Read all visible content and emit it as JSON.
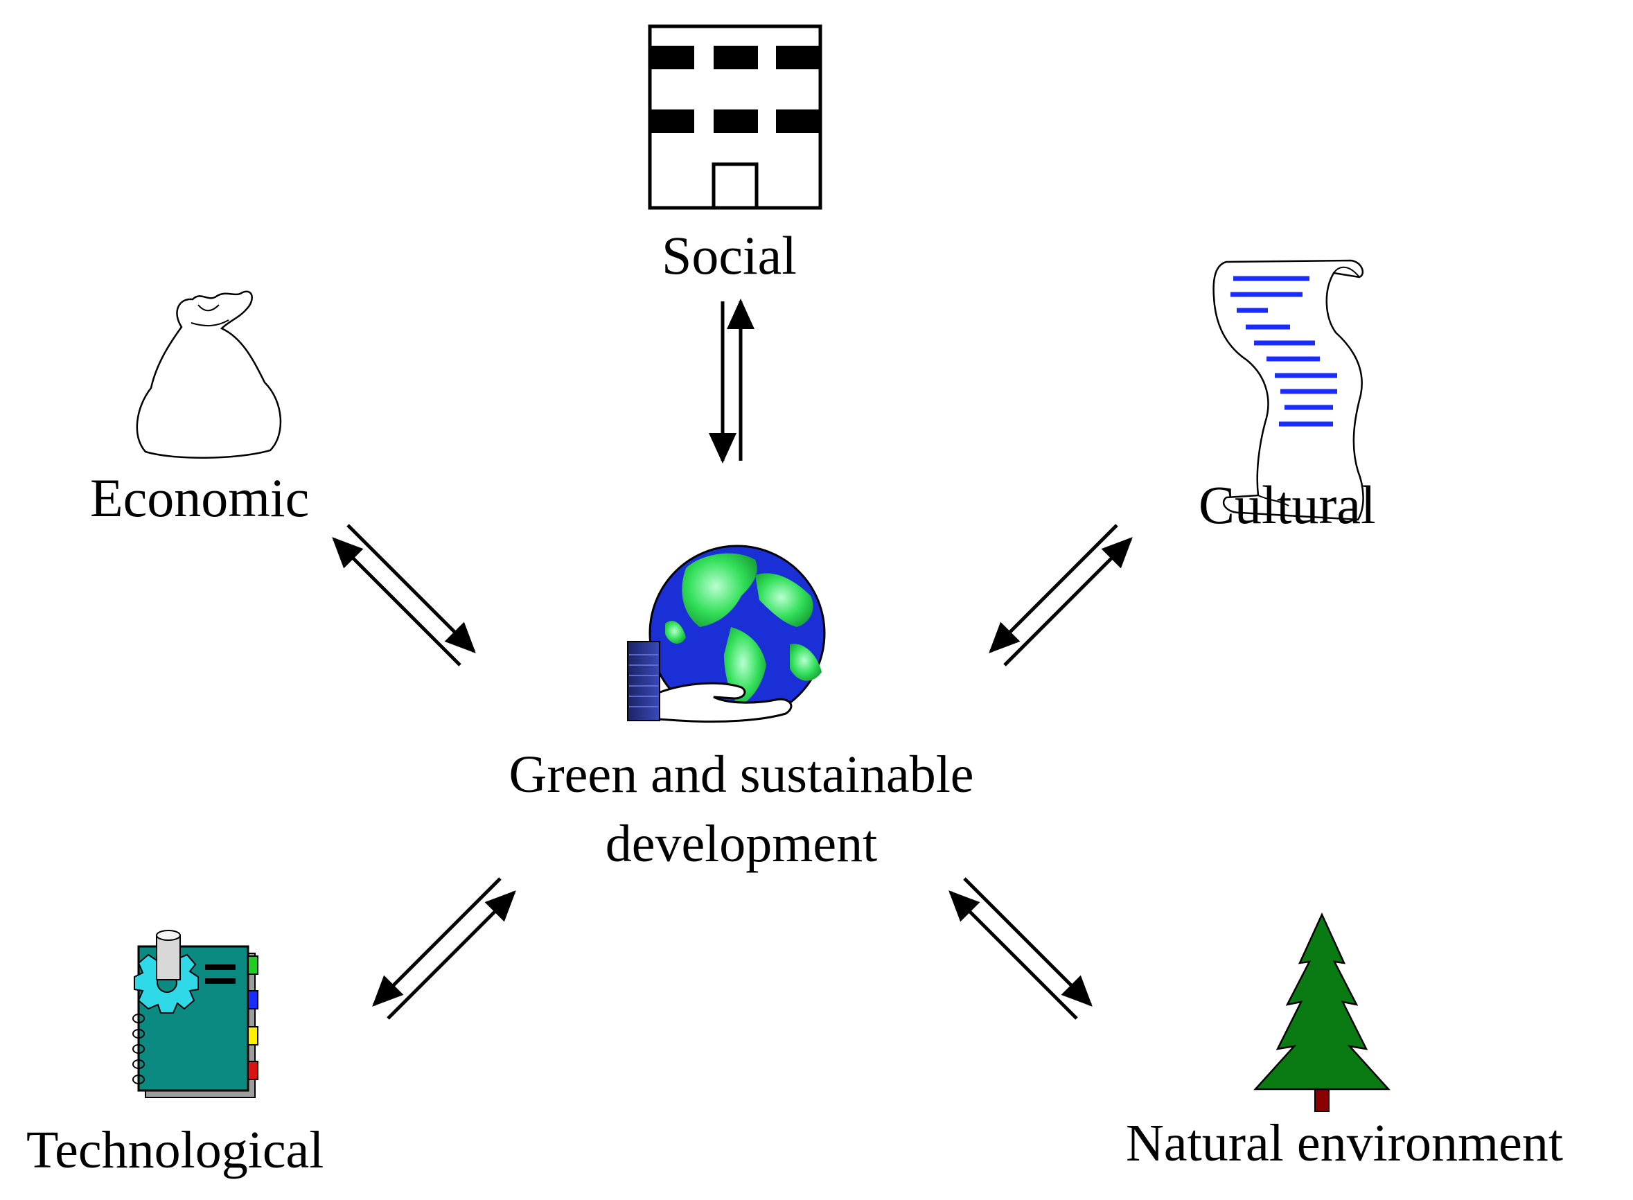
{
  "nodes": {
    "social": "Social",
    "economic": "Economic",
    "cultural": "Cultural",
    "center_line1": "Green and sustainable",
    "center_line2": "development",
    "technological": "Technological",
    "natural": "Natural environment"
  },
  "icons": {
    "social": "building-icon",
    "economic": "money-bag-icon",
    "cultural": "scroll-icon",
    "center": "globe-in-hand-icon",
    "technological": "notebook-gear-icon",
    "natural": "pine-tree-icon"
  },
  "colors": {
    "scroll_lines": "#1a2bff",
    "tree_green": "#0a7a12",
    "tree_trunk": "#8b0000",
    "globe_ocean": "#1a2fd6",
    "globe_land": "#33e05a",
    "notebook": "#0a8a80",
    "gear": "#2fd9e8"
  }
}
